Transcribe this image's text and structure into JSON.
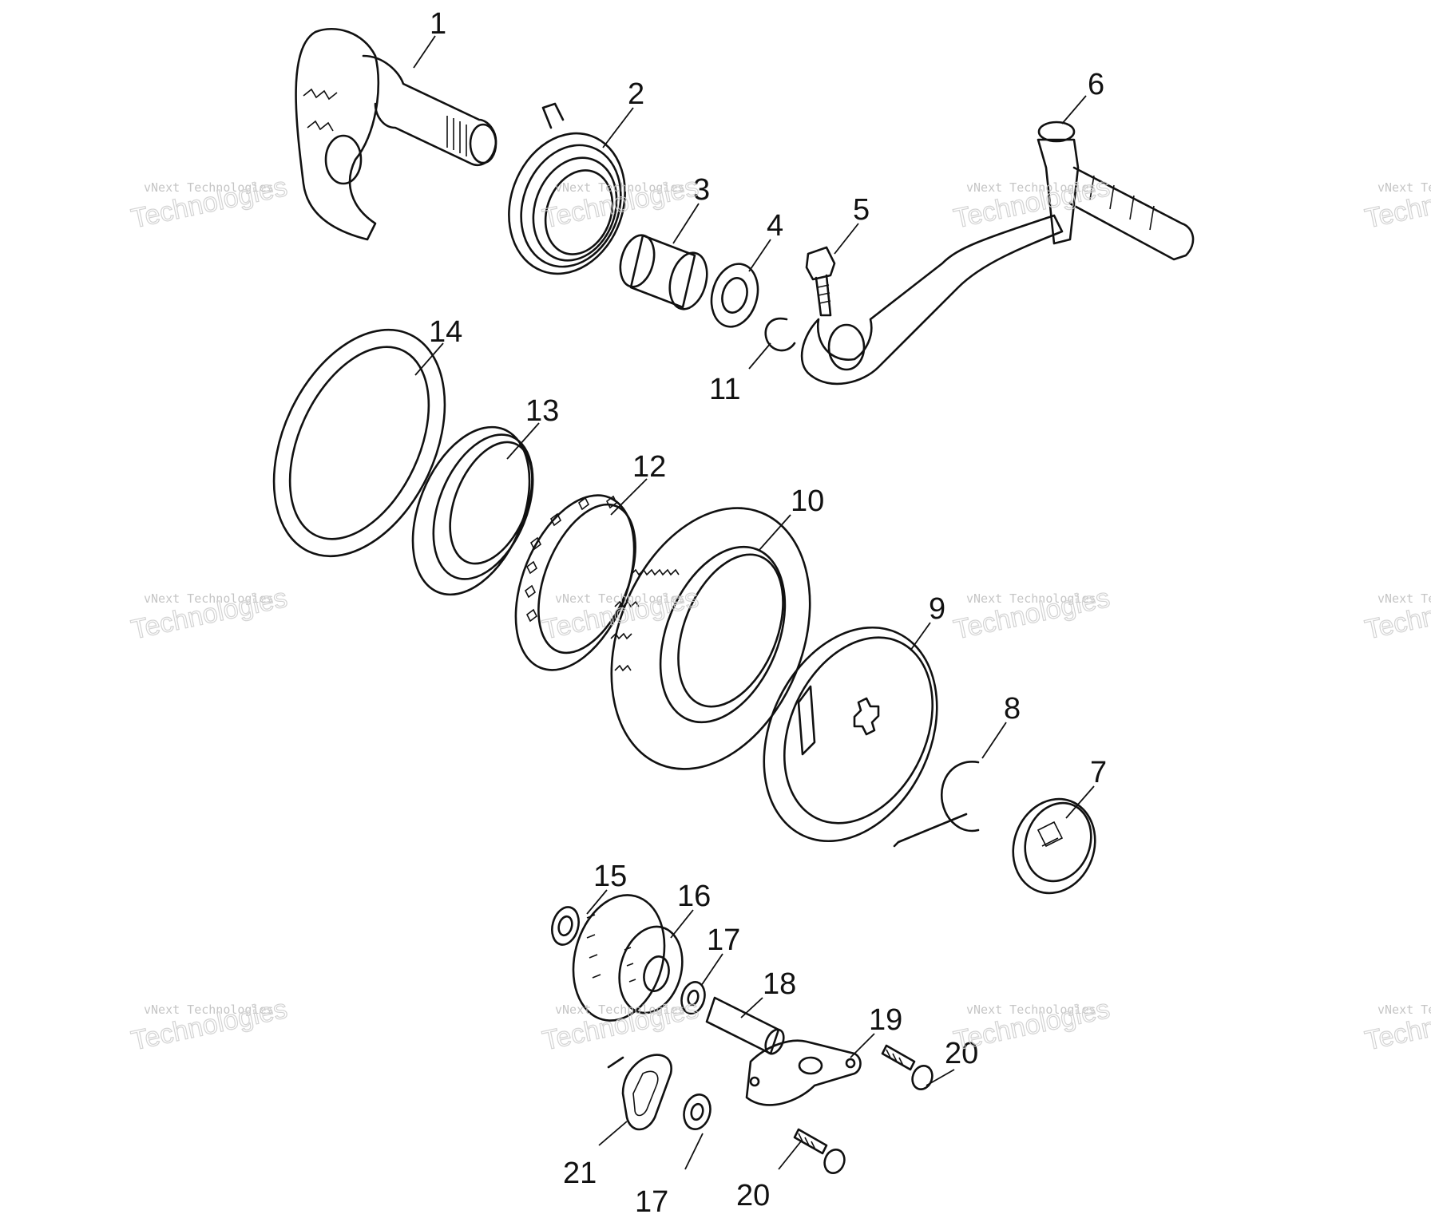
{
  "watermark": {
    "text_small": "vNext Technologies",
    "text_big": "Technologies",
    "text_brand": "vNext"
  },
  "callouts": [
    {
      "id": "c1",
      "label": "1"
    },
    {
      "id": "c2",
      "label": "2"
    },
    {
      "id": "c3",
      "label": "3"
    },
    {
      "id": "c4",
      "label": "4"
    },
    {
      "id": "c5",
      "label": "5"
    },
    {
      "id": "c6",
      "label": "6"
    },
    {
      "id": "c7",
      "label": "7"
    },
    {
      "id": "c8",
      "label": "8"
    },
    {
      "id": "c9",
      "label": "9"
    },
    {
      "id": "c10",
      "label": "10"
    },
    {
      "id": "c11",
      "label": "11"
    },
    {
      "id": "c12",
      "label": "12"
    },
    {
      "id": "c13",
      "label": "13"
    },
    {
      "id": "c14",
      "label": "14"
    },
    {
      "id": "c15",
      "label": "15"
    },
    {
      "id": "c16",
      "label": "16"
    },
    {
      "id": "c17a",
      "label": "17"
    },
    {
      "id": "c18",
      "label": "18"
    },
    {
      "id": "c19",
      "label": "19"
    },
    {
      "id": "c20a",
      "label": "20"
    },
    {
      "id": "c21",
      "label": "21"
    },
    {
      "id": "c17b",
      "label": "17"
    },
    {
      "id": "c20b",
      "label": "20"
    }
  ]
}
